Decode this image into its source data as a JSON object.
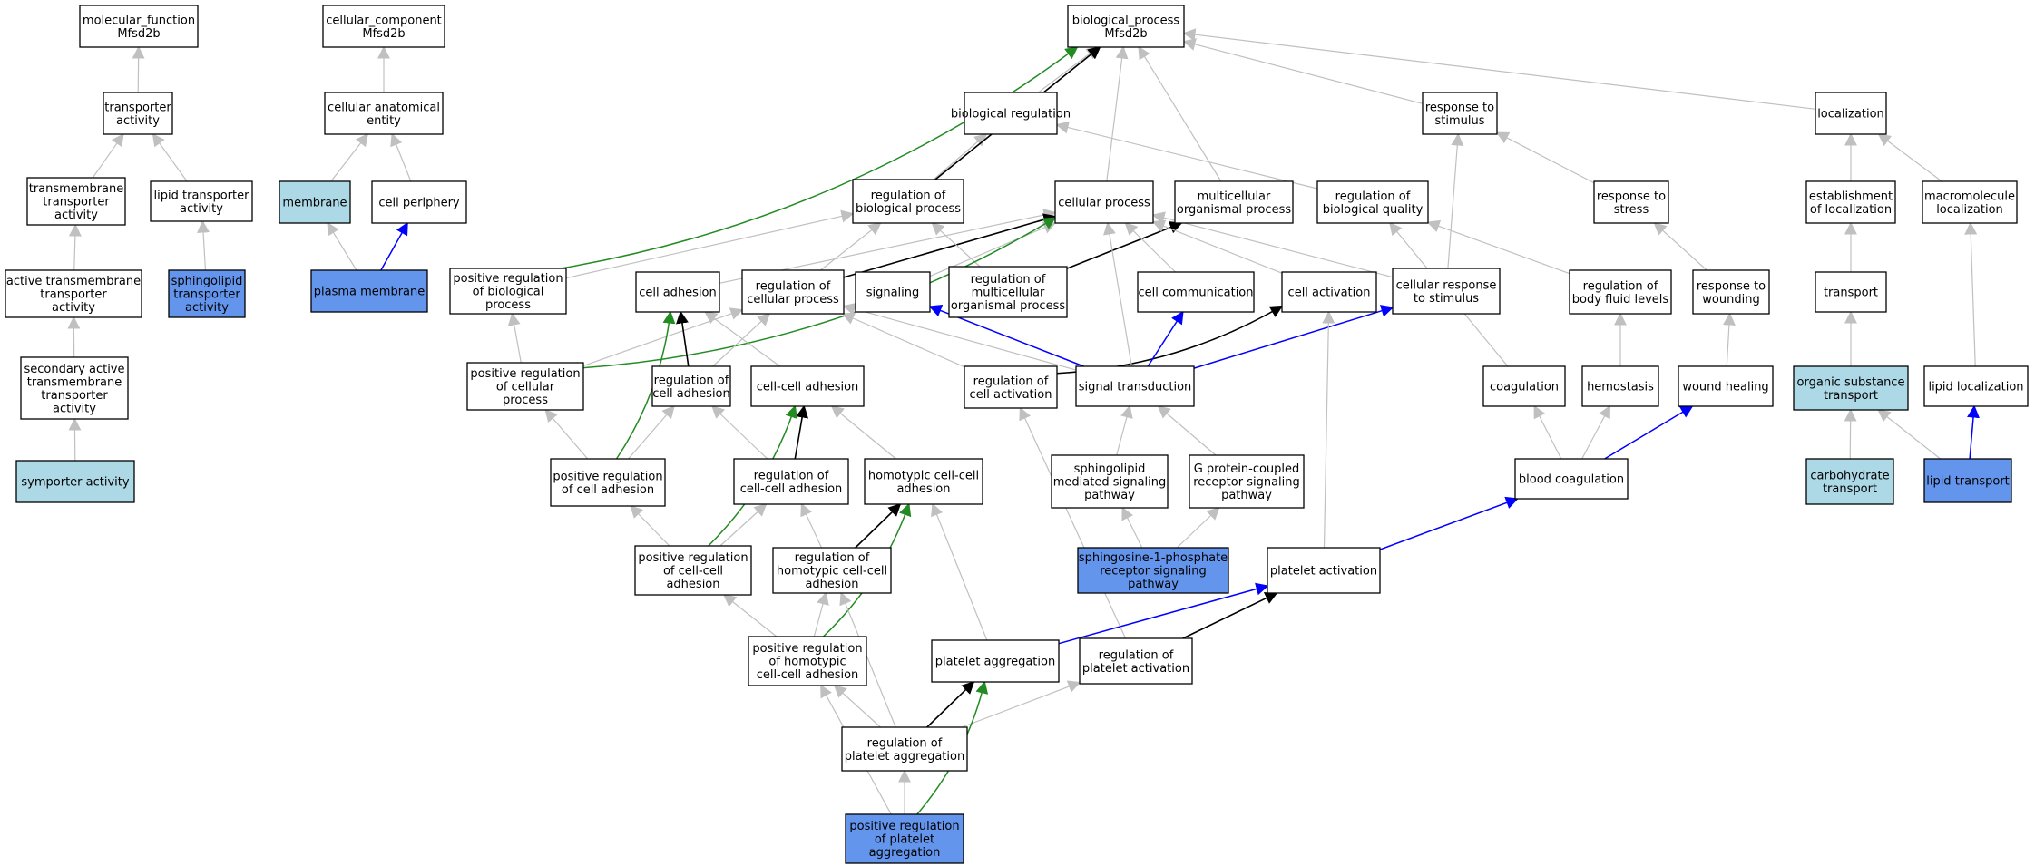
{
  "colors": {
    "edge_is_a": "#c0c0c0",
    "edge_part_of": "#000000",
    "edge_regulates": "#0000ff",
    "edge_positively_regulates": "#228b22",
    "fill_plain": "#ffffff",
    "fill_light": "#add8e6",
    "fill_strong": "#6495ed",
    "stroke": "#000000"
  },
  "nodes": {
    "mf": {
      "lines": [
        "molecular_function",
        "Mfsd2b"
      ],
      "fill": "plain"
    },
    "ta": {
      "lines": [
        "transporter",
        "activity"
      ],
      "fill": "plain"
    },
    "tmta": {
      "lines": [
        "transmembrane",
        "transporter",
        "activity"
      ],
      "fill": "plain"
    },
    "lta": {
      "lines": [
        "lipid transporter",
        "activity"
      ],
      "fill": "plain"
    },
    "atta": {
      "lines": [
        "active transmembrane",
        "transporter",
        "activity"
      ],
      "fill": "plain"
    },
    "slta": {
      "lines": [
        "sphingolipid",
        "transporter",
        "activity"
      ],
      "fill": "strong"
    },
    "satta": {
      "lines": [
        "secondary active",
        "transmembrane",
        "transporter",
        "activity"
      ],
      "fill": "plain"
    },
    "sym": {
      "lines": [
        "symporter activity"
      ],
      "fill": "light"
    },
    "cc": {
      "lines": [
        "cellular_component",
        "Mfsd2b"
      ],
      "fill": "plain"
    },
    "cae": {
      "lines": [
        "cellular anatomical",
        "entity"
      ],
      "fill": "plain"
    },
    "mem": {
      "lines": [
        "membrane"
      ],
      "fill": "light"
    },
    "cper": {
      "lines": [
        "cell periphery"
      ],
      "fill": "plain"
    },
    "pm": {
      "lines": [
        "plasma membrane"
      ],
      "fill": "strong"
    },
    "bp": {
      "lines": [
        "biological_process",
        "Mfsd2b"
      ],
      "fill": "plain"
    },
    "breg": {
      "lines": [
        "biological regulation"
      ],
      "fill": "plain"
    },
    "rts": {
      "lines": [
        "response to",
        "stimulus"
      ],
      "fill": "plain"
    },
    "loc": {
      "lines": [
        "localization"
      ],
      "fill": "plain"
    },
    "rbp": {
      "lines": [
        "regulation of",
        "biological process"
      ],
      "fill": "plain"
    },
    "cproc": {
      "lines": [
        "cellular process"
      ],
      "fill": "plain"
    },
    "mop": {
      "lines": [
        "multicellular",
        "organismal process"
      ],
      "fill": "plain"
    },
    "rbq": {
      "lines": [
        "regulation of",
        "biological quality"
      ],
      "fill": "plain"
    },
    "rtstr": {
      "lines": [
        "response to",
        "stress"
      ],
      "fill": "plain"
    },
    "eloc": {
      "lines": [
        "establishment",
        "of localization"
      ],
      "fill": "plain"
    },
    "mmloc": {
      "lines": [
        "macromolecule",
        "localization"
      ],
      "fill": "plain"
    },
    "prbp": {
      "lines": [
        "positive regulation",
        "of biological",
        "process"
      ],
      "fill": "plain"
    },
    "cadh": {
      "lines": [
        "cell adhesion"
      ],
      "fill": "plain"
    },
    "rcp": {
      "lines": [
        "regulation of",
        "cellular process"
      ],
      "fill": "plain"
    },
    "sig": {
      "lines": [
        "signaling"
      ],
      "fill": "plain"
    },
    "rmop": {
      "lines": [
        "regulation of",
        "multicellular",
        "organismal process"
      ],
      "fill": "plain"
    },
    "ccom": {
      "lines": [
        "cell communication"
      ],
      "fill": "plain"
    },
    "cact": {
      "lines": [
        "cell activation"
      ],
      "fill": "plain"
    },
    "crs": {
      "lines": [
        "cellular response",
        "to stimulus"
      ],
      "fill": "plain"
    },
    "rbfl": {
      "lines": [
        "regulation of",
        "body fluid levels"
      ],
      "fill": "plain"
    },
    "rtw": {
      "lines": [
        "response to",
        "wounding"
      ],
      "fill": "plain"
    },
    "tr": {
      "lines": [
        "transport"
      ],
      "fill": "plain"
    },
    "prcp": {
      "lines": [
        "positive regulation",
        "of cellular",
        "process"
      ],
      "fill": "plain"
    },
    "rca": {
      "lines": [
        "regulation of",
        "cell adhesion"
      ],
      "fill": "plain"
    },
    "ccadh": {
      "lines": [
        "cell-cell adhesion"
      ],
      "fill": "plain"
    },
    "rcact": {
      "lines": [
        "regulation of",
        "cell activation"
      ],
      "fill": "plain"
    },
    "st": {
      "lines": [
        "signal transduction"
      ],
      "fill": "plain"
    },
    "coag": {
      "lines": [
        "coagulation"
      ],
      "fill": "plain"
    },
    "hemo": {
      "lines": [
        "hemostasis"
      ],
      "fill": "plain"
    },
    "wh": {
      "lines": [
        "wound healing"
      ],
      "fill": "plain"
    },
    "ost": {
      "lines": [
        "organic substance",
        "transport"
      ],
      "fill": "light"
    },
    "ll": {
      "lines": [
        "lipid localization"
      ],
      "fill": "plain"
    },
    "prca": {
      "lines": [
        "positive regulation",
        "of cell adhesion"
      ],
      "fill": "plain"
    },
    "rcca": {
      "lines": [
        "regulation of",
        "cell-cell adhesion"
      ],
      "fill": "plain"
    },
    "hcca": {
      "lines": [
        "homotypic cell-cell",
        "adhesion"
      ],
      "fill": "plain"
    },
    "smsp": {
      "lines": [
        "sphingolipid",
        "mediated signaling",
        "pathway"
      ],
      "fill": "plain"
    },
    "gpcr": {
      "lines": [
        "G protein-coupled",
        "receptor signaling",
        "pathway"
      ],
      "fill": "plain"
    },
    "bcoag": {
      "lines": [
        "blood coagulation"
      ],
      "fill": "plain"
    },
    "ct": {
      "lines": [
        "carbohydrate",
        "transport"
      ],
      "fill": "light"
    },
    "lt": {
      "lines": [
        "lipid transport"
      ],
      "fill": "strong"
    },
    "prcca": {
      "lines": [
        "positive regulation",
        "of cell-cell",
        "adhesion"
      ],
      "fill": "plain"
    },
    "rhcca": {
      "lines": [
        "regulation of",
        "homotypic cell-cell",
        "adhesion"
      ],
      "fill": "plain"
    },
    "s1p": {
      "lines": [
        "sphingosine-1-phosphate",
        "receptor signaling",
        "pathway"
      ],
      "fill": "strong"
    },
    "pact": {
      "lines": [
        "platelet activation"
      ],
      "fill": "plain"
    },
    "prhcca": {
      "lines": [
        "positive regulation",
        "of homotypic",
        "cell-cell adhesion"
      ],
      "fill": "plain"
    },
    "pagg": {
      "lines": [
        "platelet aggregation"
      ],
      "fill": "plain"
    },
    "rpact": {
      "lines": [
        "regulation of",
        "platelet activation"
      ],
      "fill": "plain"
    },
    "rpagg": {
      "lines": [
        "regulation of",
        "platelet aggregation"
      ],
      "fill": "plain"
    },
    "prpagg": {
      "lines": [
        "positive regulation",
        "of platelet",
        "aggregation"
      ],
      "fill": "strong"
    }
  },
  "edges": [
    {
      "from": "ta",
      "to": "mf",
      "type": "is_a"
    },
    {
      "from": "tmta",
      "to": "ta",
      "type": "is_a"
    },
    {
      "from": "lta",
      "to": "ta",
      "type": "is_a"
    },
    {
      "from": "atta",
      "to": "tmta",
      "type": "is_a"
    },
    {
      "from": "slta",
      "to": "lta",
      "type": "is_a"
    },
    {
      "from": "satta",
      "to": "atta",
      "type": "is_a"
    },
    {
      "from": "sym",
      "to": "satta",
      "type": "is_a"
    },
    {
      "from": "cae",
      "to": "cc",
      "type": "is_a"
    },
    {
      "from": "mem",
      "to": "cae",
      "type": "is_a"
    },
    {
      "from": "cper",
      "to": "cae",
      "type": "is_a"
    },
    {
      "from": "pm",
      "to": "mem",
      "type": "is_a"
    },
    {
      "from": "pm",
      "to": "cper",
      "type": "part_of_blue"
    },
    {
      "from": "breg",
      "to": "bp",
      "type": "is_a"
    },
    {
      "from": "rts",
      "to": "bp",
      "type": "is_a"
    },
    {
      "from": "loc",
      "to": "bp",
      "type": "is_a"
    },
    {
      "from": "rbp",
      "to": "breg",
      "type": "is_a"
    },
    {
      "from": "rbp",
      "to": "bp",
      "type": "regulates_black"
    },
    {
      "from": "cproc",
      "to": "bp",
      "type": "is_a"
    },
    {
      "from": "mop",
      "to": "bp",
      "type": "is_a"
    },
    {
      "from": "rbq",
      "to": "breg",
      "type": "is_a"
    },
    {
      "from": "rtstr",
      "to": "rts",
      "type": "is_a"
    },
    {
      "from": "eloc",
      "to": "loc",
      "type": "is_a"
    },
    {
      "from": "mmloc",
      "to": "loc",
      "type": "is_a"
    },
    {
      "from": "prbp",
      "to": "rbp",
      "type": "is_a"
    },
    {
      "from": "prbp",
      "to": "bp",
      "type": "pos_reg"
    },
    {
      "from": "cadh",
      "to": "cproc",
      "type": "is_a"
    },
    {
      "from": "rcp",
      "to": "rbp",
      "type": "is_a"
    },
    {
      "from": "rcp",
      "to": "cproc",
      "type": "regulates_black"
    },
    {
      "from": "sig",
      "to": "cproc",
      "type": "is_a"
    },
    {
      "from": "rmop",
      "to": "rbp",
      "type": "is_a"
    },
    {
      "from": "rmop",
      "to": "mop",
      "type": "regulates_black"
    },
    {
      "from": "ccom",
      "to": "cproc",
      "type": "is_a"
    },
    {
      "from": "cact",
      "to": "cproc",
      "type": "is_a"
    },
    {
      "from": "crs",
      "to": "rts",
      "type": "is_a"
    },
    {
      "from": "crs",
      "to": "cproc",
      "type": "is_a"
    },
    {
      "from": "rbfl",
      "to": "rbq",
      "type": "is_a"
    },
    {
      "from": "rtw",
      "to": "rtstr",
      "type": "is_a"
    },
    {
      "from": "tr",
      "to": "eloc",
      "type": "is_a"
    },
    {
      "from": "prcp",
      "to": "prbp",
      "type": "is_a"
    },
    {
      "from": "prcp",
      "to": "rcp",
      "type": "is_a"
    },
    {
      "from": "prcp",
      "to": "cproc",
      "type": "pos_reg"
    },
    {
      "from": "rca",
      "to": "rcp",
      "type": "is_a"
    },
    {
      "from": "rca",
      "to": "cadh",
      "type": "regulates_black"
    },
    {
      "from": "ccadh",
      "to": "cadh",
      "type": "is_a"
    },
    {
      "from": "rcact",
      "to": "rcp",
      "type": "is_a"
    },
    {
      "from": "rcact",
      "to": "cact",
      "type": "regulates_black"
    },
    {
      "from": "st",
      "to": "rcp",
      "type": "is_a"
    },
    {
      "from": "st",
      "to": "sig",
      "type": "part_of_blue"
    },
    {
      "from": "st",
      "to": "ccom",
      "type": "part_of_blue"
    },
    {
      "from": "st",
      "to": "crs",
      "type": "part_of_blue"
    },
    {
      "from": "st",
      "to": "cproc",
      "type": "is_a"
    },
    {
      "from": "coag",
      "to": "rbq",
      "type": "is_a"
    },
    {
      "from": "hemo",
      "to": "rbfl",
      "type": "is_a"
    },
    {
      "from": "wh",
      "to": "rtw",
      "type": "is_a"
    },
    {
      "from": "ost",
      "to": "tr",
      "type": "is_a"
    },
    {
      "from": "ll",
      "to": "mmloc",
      "type": "is_a"
    },
    {
      "from": "prca",
      "to": "prcp",
      "type": "is_a"
    },
    {
      "from": "prca",
      "to": "rca",
      "type": "is_a"
    },
    {
      "from": "prca",
      "to": "cadh",
      "type": "pos_reg"
    },
    {
      "from": "rcca",
      "to": "rca",
      "type": "is_a"
    },
    {
      "from": "rcca",
      "to": "ccadh",
      "type": "regulates_black"
    },
    {
      "from": "hcca",
      "to": "ccadh",
      "type": "is_a"
    },
    {
      "from": "smsp",
      "to": "st",
      "type": "is_a"
    },
    {
      "from": "gpcr",
      "to": "st",
      "type": "is_a"
    },
    {
      "from": "bcoag",
      "to": "coag",
      "type": "is_a"
    },
    {
      "from": "bcoag",
      "to": "hemo",
      "type": "is_a"
    },
    {
      "from": "bcoag",
      "to": "wh",
      "type": "part_of_blue"
    },
    {
      "from": "ct",
      "to": "ost",
      "type": "is_a"
    },
    {
      "from": "lt",
      "to": "ost",
      "type": "is_a"
    },
    {
      "from": "lt",
      "to": "ll",
      "type": "part_of_blue"
    },
    {
      "from": "prcca",
      "to": "prca",
      "type": "is_a"
    },
    {
      "from": "prcca",
      "to": "rcca",
      "type": "is_a"
    },
    {
      "from": "prcca",
      "to": "ccadh",
      "type": "pos_reg"
    },
    {
      "from": "rhcca",
      "to": "rcca",
      "type": "is_a"
    },
    {
      "from": "rhcca",
      "to": "hcca",
      "type": "regulates_black"
    },
    {
      "from": "s1p",
      "to": "smsp",
      "type": "is_a"
    },
    {
      "from": "s1p",
      "to": "gpcr",
      "type": "is_a"
    },
    {
      "from": "pact",
      "to": "cact",
      "type": "is_a"
    },
    {
      "from": "pact",
      "to": "bcoag",
      "type": "part_of_blue"
    },
    {
      "from": "prhcca",
      "to": "prcca",
      "type": "is_a"
    },
    {
      "from": "prhcca",
      "to": "rhcca",
      "type": "is_a"
    },
    {
      "from": "prhcca",
      "to": "hcca",
      "type": "pos_reg"
    },
    {
      "from": "pagg",
      "to": "hcca",
      "type": "is_a"
    },
    {
      "from": "pagg",
      "to": "pact",
      "type": "part_of_blue"
    },
    {
      "from": "rpact",
      "to": "rcact",
      "type": "is_a"
    },
    {
      "from": "rpact",
      "to": "pact",
      "type": "regulates_black"
    },
    {
      "from": "rpagg",
      "to": "prhcca",
      "type": "is_a"
    },
    {
      "from": "rpagg",
      "to": "rhcca",
      "type": "is_a"
    },
    {
      "from": "rpagg",
      "to": "rpact",
      "type": "is_a"
    },
    {
      "from": "rpagg",
      "to": "pagg",
      "type": "regulates_black"
    },
    {
      "from": "prpagg",
      "to": "prhcca",
      "type": "is_a"
    },
    {
      "from": "prpagg",
      "to": "rpagg",
      "type": "is_a"
    },
    {
      "from": "prpagg",
      "to": "pagg",
      "type": "pos_reg"
    }
  ]
}
